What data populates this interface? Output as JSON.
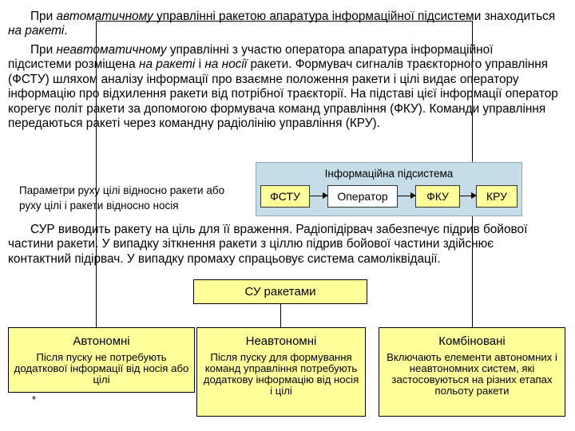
{
  "paragraphs": {
    "p1": {
      "t1": "При ",
      "t2": "автоматичному",
      "t3": " управлінні ракетою апаратура інформаційної підсистеми знаходиться ",
      "t4": "на ракеті",
      "t5": "."
    },
    "p2": {
      "t1": "При ",
      "t2": "неавтоматичному",
      "t3": " управлінні з участю оператора апаратура інформаційної підсистеми розміщена ",
      "t4": "на ракеті",
      "t5": "  і ",
      "t6": "на носії",
      "t7": "  ракети. Формувач сигналів траєкторного управління (ФСТУ) шляхом аналізу інформації про взаємне положення ракети і цілі видає оператору інформацію про відхилення ракети від потрібної траєкторії. На підставі цієї інформації оператор корегує політ ракети за допомогою формувача команд управління (ФКУ). Команди управління передаються ракеті через командну радіолінію управління (КРУ)."
    },
    "p3": "СУР виводить ракету на ціль для її враження. Радіопідірвач забезпечує підрив бойової частини ракети. У випадку зіткнення ракети з ціллю підрив бойової частини здійснює контактний підірвач. У випадку промаху спрацьовує система самоліквідації."
  },
  "info_subsystem": {
    "title": "Інформаційна підсистема",
    "blocks": [
      "ФСТУ",
      "Оператор",
      "ФКУ",
      "КРУ"
    ]
  },
  "params_label": "Параметри руху цілі відносно ракети або руху цілі і ракети відносно носія",
  "su": {
    "root": "СУ ракетами",
    "categories": [
      {
        "title": "Автономні",
        "desc": "Після пуску не потребують додаткової інформації від носія або цілі"
      },
      {
        "title": "Неавтономні",
        "desc": "Після пуску для формування команд управління потребують додаткову інформацію від носія і цілі"
      },
      {
        "title": "Комбіновані",
        "desc": "Включають елементи автономних і неавтономних систем, які застосовуються на різних етапах польоту ракети"
      }
    ]
  },
  "footnote": "*",
  "colors": {
    "box_fill": "#ffff99",
    "info_fill": "#c5dde8",
    "background": "#ffffff"
  }
}
